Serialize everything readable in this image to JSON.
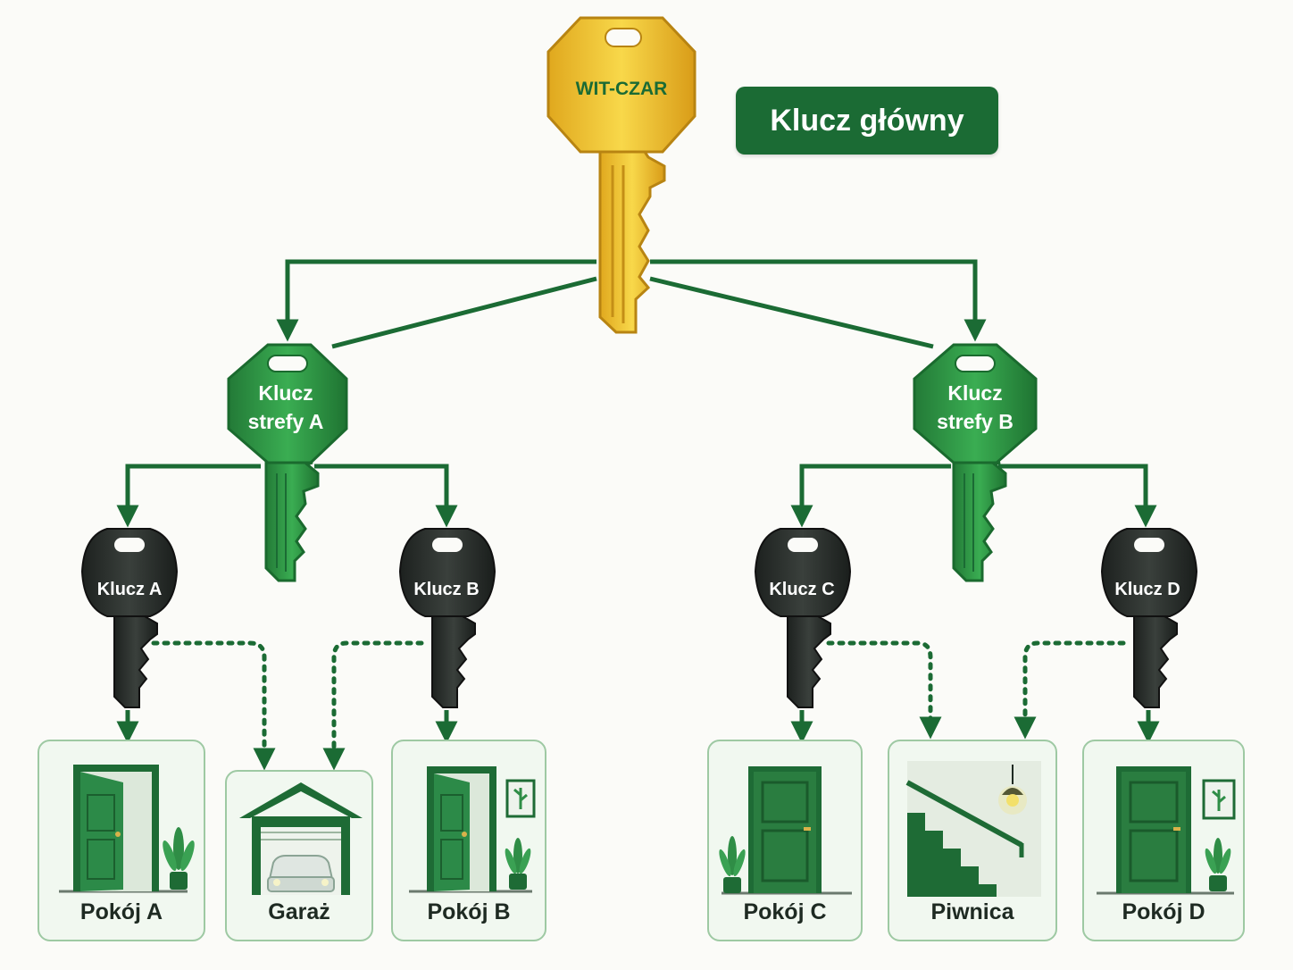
{
  "master_key": {
    "label": "WIT-CZAR",
    "badge": "Klucz główny",
    "color": "#f2c230"
  },
  "zone_keys": [
    {
      "line1": "Klucz",
      "line2": "strefy A"
    },
    {
      "line1": "Klucz",
      "line2": "strefy B"
    }
  ],
  "room_keys": [
    {
      "label": "Klucz A"
    },
    {
      "label": "Klucz B"
    },
    {
      "label": "Klucz C"
    },
    {
      "label": "Klucz D"
    }
  ],
  "rooms": [
    {
      "label": "Pokój A"
    },
    {
      "label": "Garaż"
    },
    {
      "label": "Pokój B"
    },
    {
      "label": "Pokój C"
    },
    {
      "label": "Piwnica"
    },
    {
      "label": "Pokój D"
    }
  ],
  "colors": {
    "master": "#f2c230",
    "zone": "#2f9a45",
    "room_key": "#2a302c",
    "line": "#1b6b34",
    "badge": "#1b6b34"
  }
}
